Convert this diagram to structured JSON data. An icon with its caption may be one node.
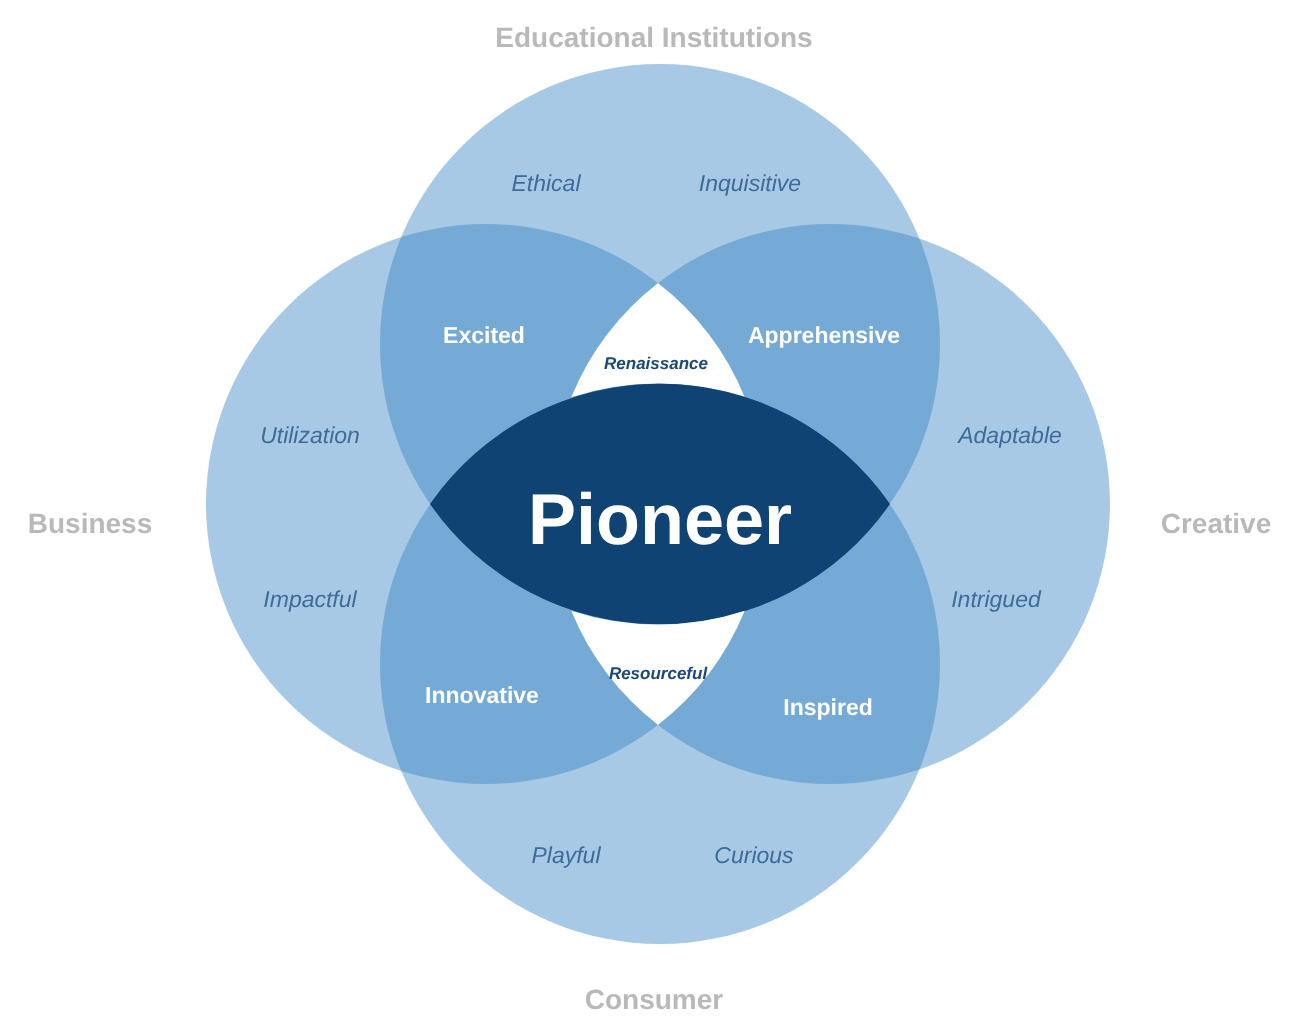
{
  "diagram": {
    "nodes": [
      {
        "text": [
          "Educational Institutions",
          "Ethical",
          "Inquisitive"
        ]
      },
      {
        "text": [
          "Business",
          "Utilization",
          "Impactful"
        ]
      },
      {
        "text": [
          "Creative",
          "Adaptable",
          "Intrigued"
        ]
      },
      {
        "text": [
          "Playful",
          "Curious",
          "Consumer"
        ]
      },
      {
        "text": [
          "Renaissance"
        ]
      },
      {
        "text": [
          "Pioneer"
        ]
      },
      {
        "text": [
          "Resourceful"
        ]
      }
    ],
    "labels": [
      "Excited",
      "Apprehensive",
      "Innovative",
      "Inspired"
    ]
  }
}
